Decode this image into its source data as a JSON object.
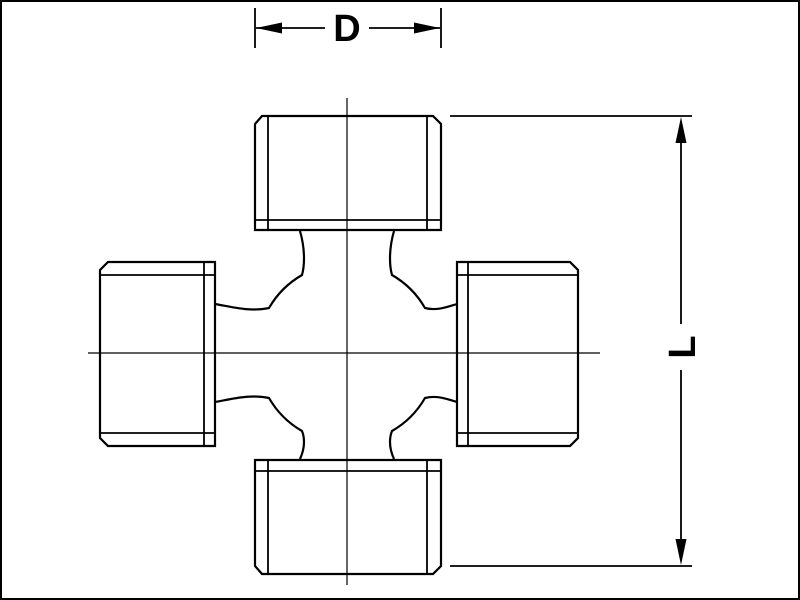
{
  "figure": {
    "type": "technical-line-drawing",
    "subject": "universal joint cross (spider) with four bearing cups",
    "background": "#ffffff",
    "line_color": "#000000"
  },
  "labels": {
    "diameter": "D",
    "length": "L"
  }
}
